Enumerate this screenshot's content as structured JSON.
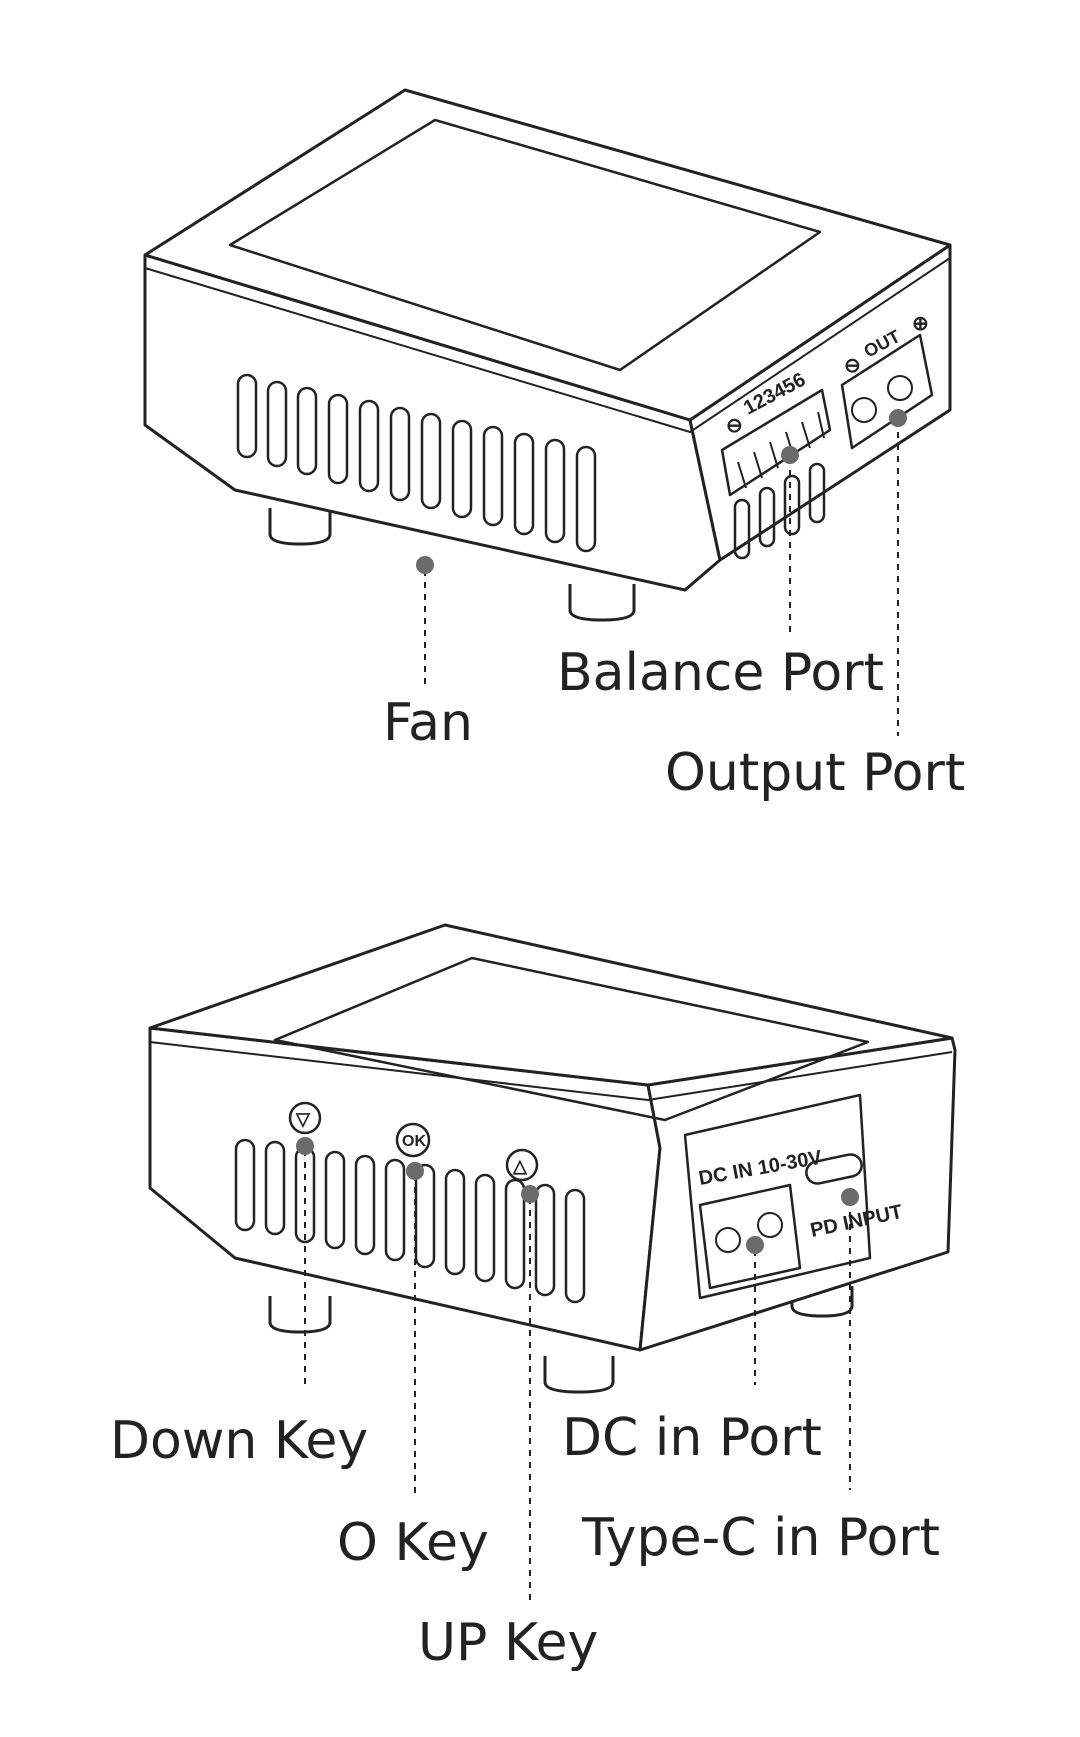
{
  "diagram_top": {
    "balance_port_numbers": "123456",
    "out_label": "OUT",
    "minus_symbol": "⊖",
    "plus_symbol": "⊕",
    "callouts": {
      "fan": "Fan",
      "balance_port": "Balance Port",
      "output_port": "Output Port"
    }
  },
  "diagram_bottom": {
    "dc_in_label": "DC  IN  10-30V",
    "pd_input_label": "PD  INPUT",
    "ok_key_label": "OK",
    "down_key_symbol": "▽",
    "up_key_symbol": "△",
    "callouts": {
      "down_key": "Down Key",
      "o_key": "O Key",
      "up_key": "UP Key",
      "dc_in_port": "DC in Port",
      "type_c_in_port": "Type-C in Port"
    }
  },
  "colors": {
    "line": "#222222",
    "dot": "#6b6b6b",
    "body_fill": "#ffffff"
  }
}
